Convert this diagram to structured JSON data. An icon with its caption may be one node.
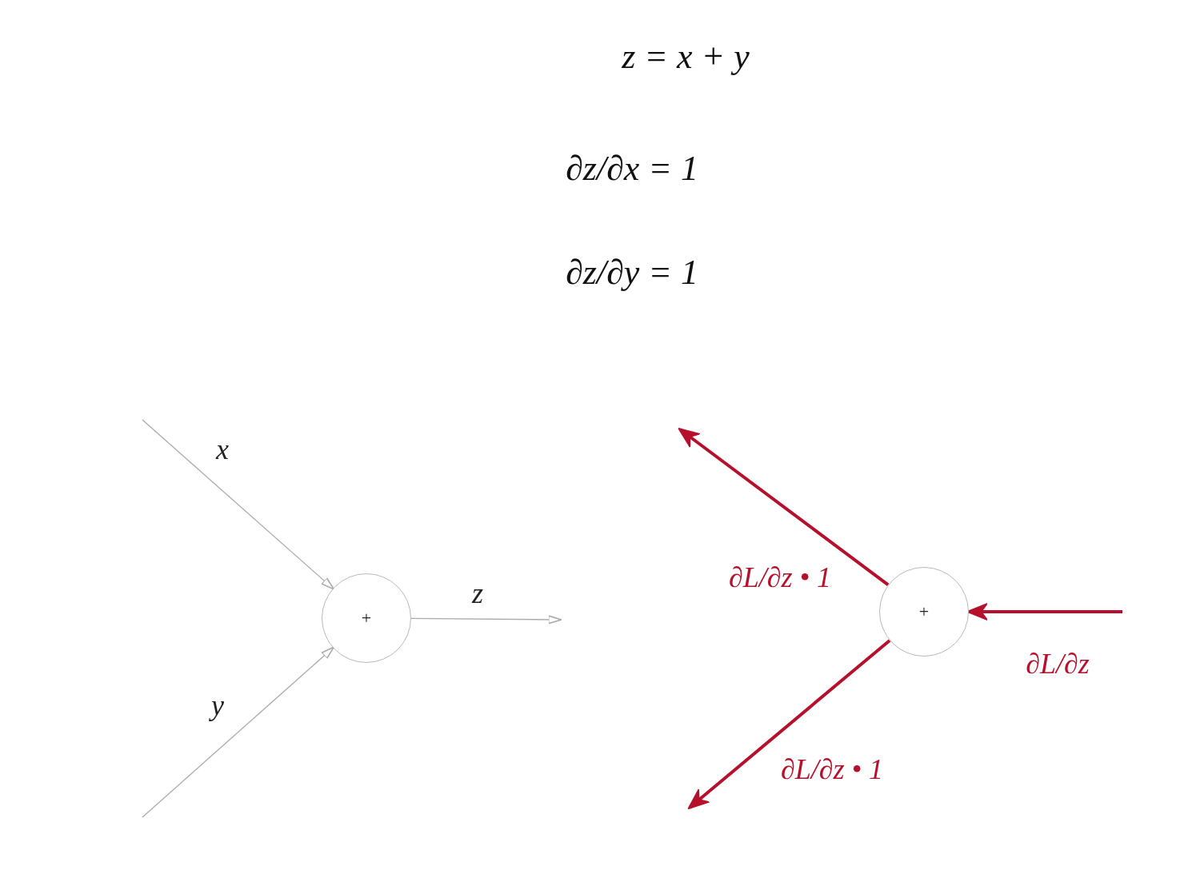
{
  "diagram": {
    "nodes": [
      {
        "text": [
          "+"
        ]
      },
      {
        "text": [
          "+"
        ]
      }
    ],
    "edges": [
      {
        "from": null,
        "to": 0,
        "arrow": "to",
        "label": "x"
      },
      {
        "from": null,
        "to": 0,
        "arrow": "to",
        "label": "y"
      },
      {
        "from": 0,
        "to": null,
        "arrow": "to",
        "label": "z"
      },
      {
        "from": null,
        "to": 1,
        "arrow": "to",
        "label": "∂L/∂z",
        "style": "thick",
        "color": "#b5112d"
      },
      {
        "from": 1,
        "to": null,
        "arrow": "to",
        "label": "∂L/∂z • 1",
        "style": "thick",
        "color": "#b5112d"
      },
      {
        "from": 1,
        "to": null,
        "arrow": "to",
        "label": "∂L/∂z • 1",
        "style": "thick",
        "color": "#b5112d"
      }
    ],
    "labels": [
      "z = x + y",
      "∂z/∂x = 1",
      "∂z/∂y = 1"
    ]
  }
}
